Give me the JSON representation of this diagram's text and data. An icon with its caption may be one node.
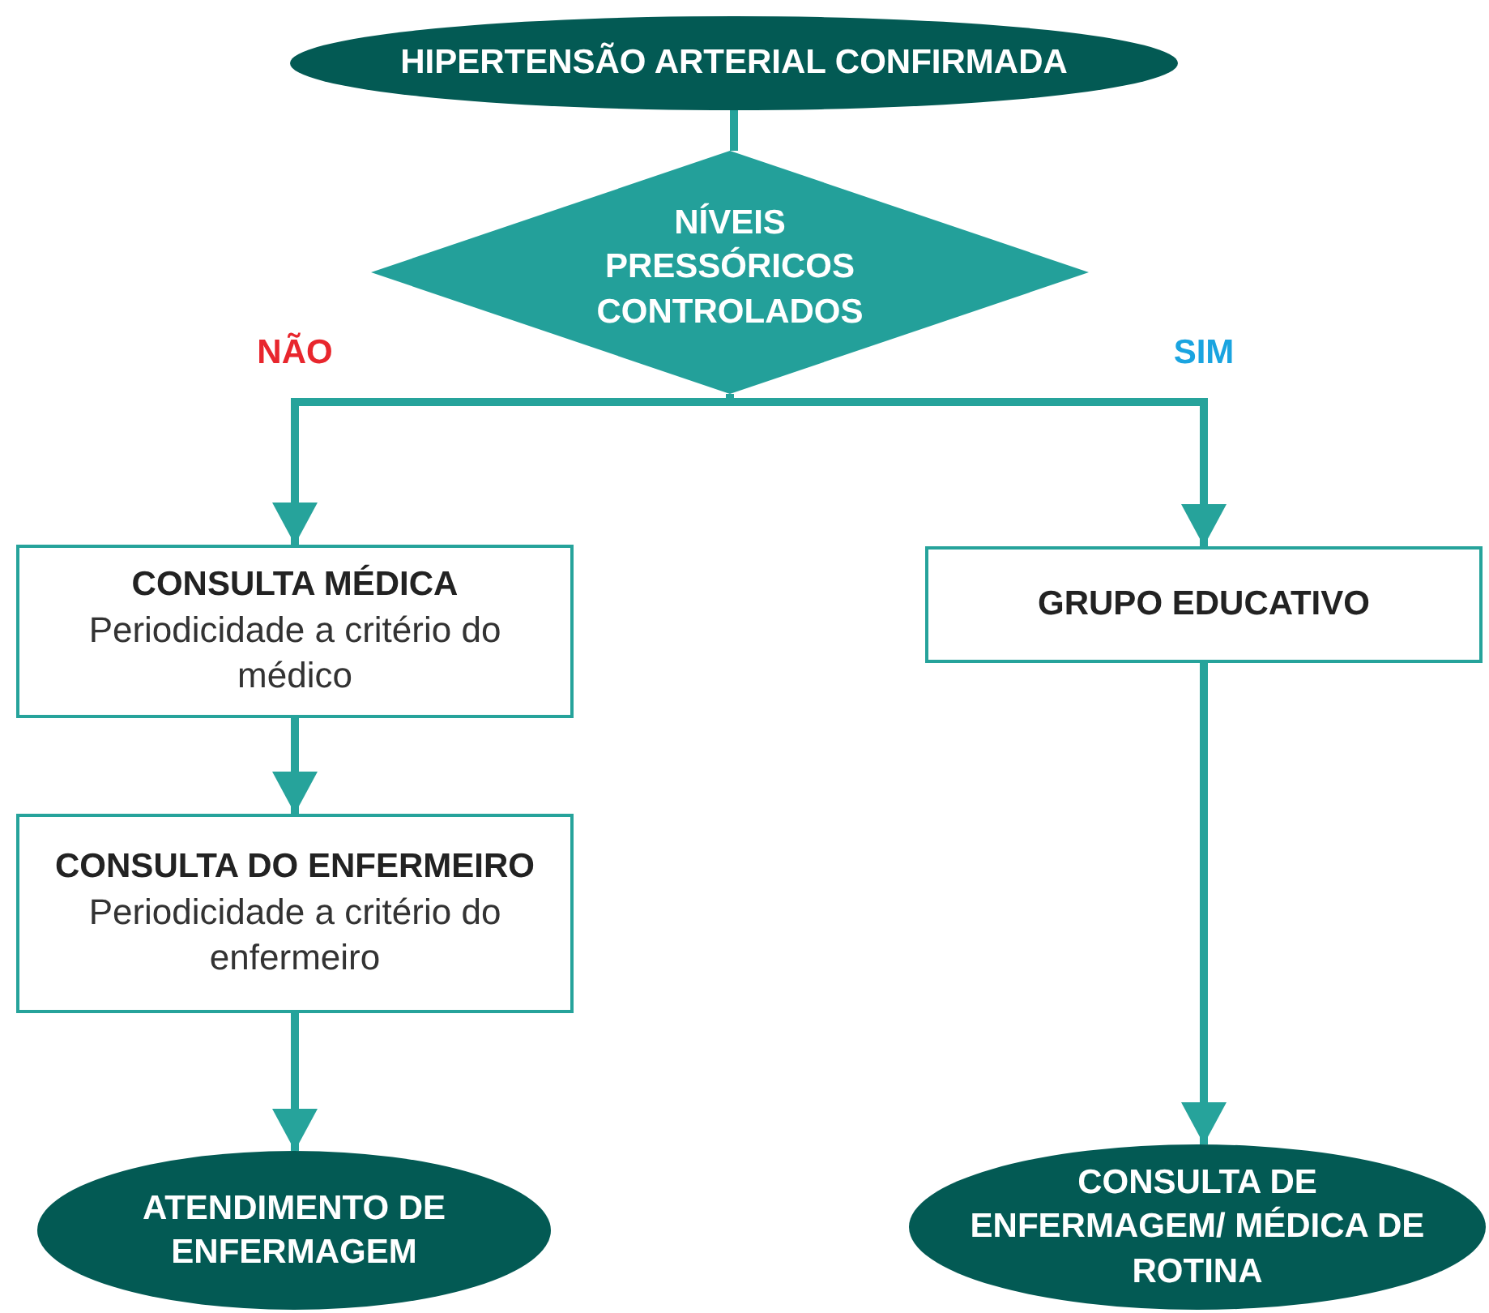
{
  "diagram": {
    "nodes": [
      {
        "text": [
          "HIPERTENSÃO ARTERIAL CONFIRMADA"
        ]
      },
      {
        "text": [
          "NÍVEIS PRESSÓRICOS CONTROLADOS"
        ]
      },
      {
        "text": [
          "CONSULTA MÉDICA",
          "Periodicidade a critério do médico"
        ]
      },
      {
        "text": [
          "CONSULTA DO ENFERMEIRO",
          "Periodicidade a critério do enfermeiro"
        ]
      },
      {
        "text": [
          "GRUPO EDUCATIVO"
        ]
      },
      {
        "text": [
          "ATENDIMENTO DE ENFERMAGEM"
        ]
      },
      {
        "text": [
          "CONSULTA DE ENFERMAGEM/ MÉDICA DE ROTINA"
        ]
      }
    ],
    "edges": [
      {
        "from": 0,
        "to": 1,
        "arrow": "none"
      },
      {
        "from": 1,
        "to": 2,
        "arrow": "to",
        "label": "NÃO"
      },
      {
        "from": 1,
        "to": 4,
        "arrow": "to",
        "label": "SIM"
      },
      {
        "from": 2,
        "to": 3,
        "arrow": "to"
      },
      {
        "from": 3,
        "to": 5,
        "arrow": "to"
      },
      {
        "from": 4,
        "to": 6,
        "arrow": "to"
      }
    ]
  }
}
